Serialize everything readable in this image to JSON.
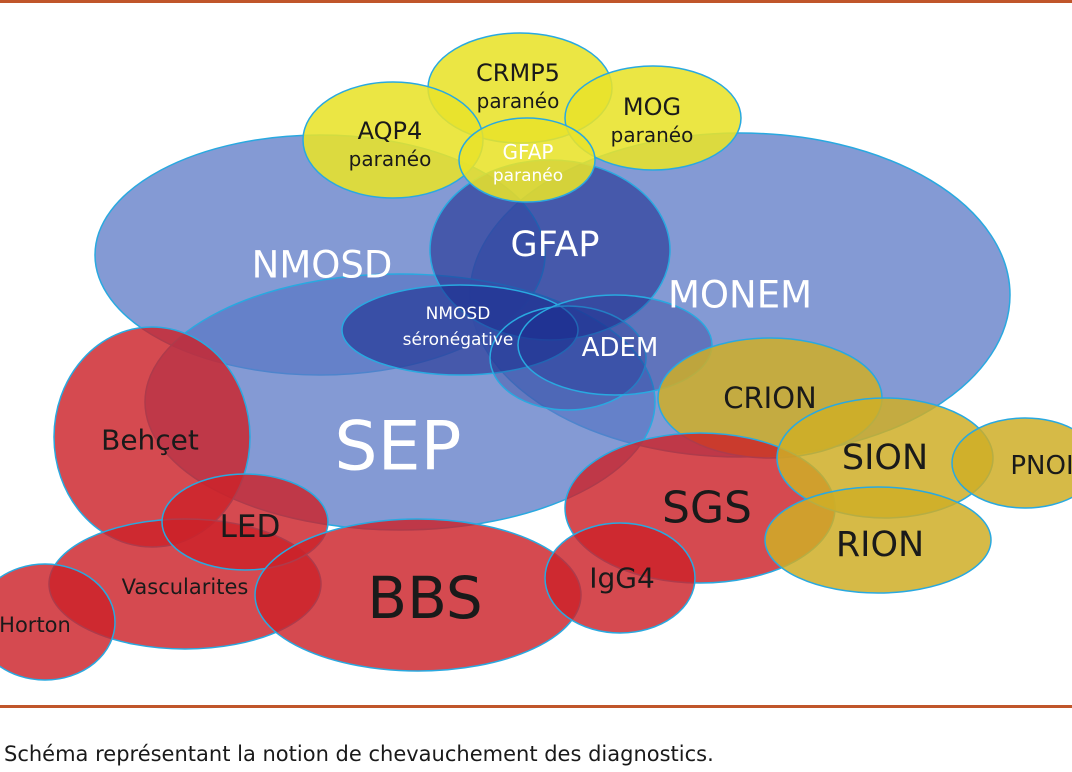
{
  "diagram": {
    "colors": {
      "blue": "#5b78c6",
      "dark_blue": "#1c2f8f",
      "red": "#cc2229",
      "yellow": "#e8e22a",
      "mustard": "#cfae27",
      "outline": "#29a9e0"
    },
    "labels": {
      "nmosd": "NMOSD",
      "gfap": "GFAP",
      "monem": "MONEM",
      "nmosd_seroneg_1": "NMOSD",
      "nmosd_seroneg_2": "séronégative",
      "adem": "ADEM",
      "sep": "SEP",
      "crmp5_1": "CRMP5",
      "crmp5_2": "paranéo",
      "aqp4_1": "AQP4",
      "aqp4_2": "paranéo",
      "mog_1": "MOG",
      "mog_2": "paranéo",
      "gfap_par_1": "GFAP",
      "gfap_par_2": "paranéo",
      "behcet": "Behçet",
      "led": "LED",
      "vascularites": "Vascularites",
      "horton": "Horton",
      "bbs": "BBS",
      "igg4": "IgG4",
      "sgs": "SGS",
      "crion": "CRION",
      "sion": "SION",
      "rion": "RION",
      "pnoi": "PNOI"
    }
  },
  "caption": "Schéma représentant la notion de chevauchement des diagnostics."
}
